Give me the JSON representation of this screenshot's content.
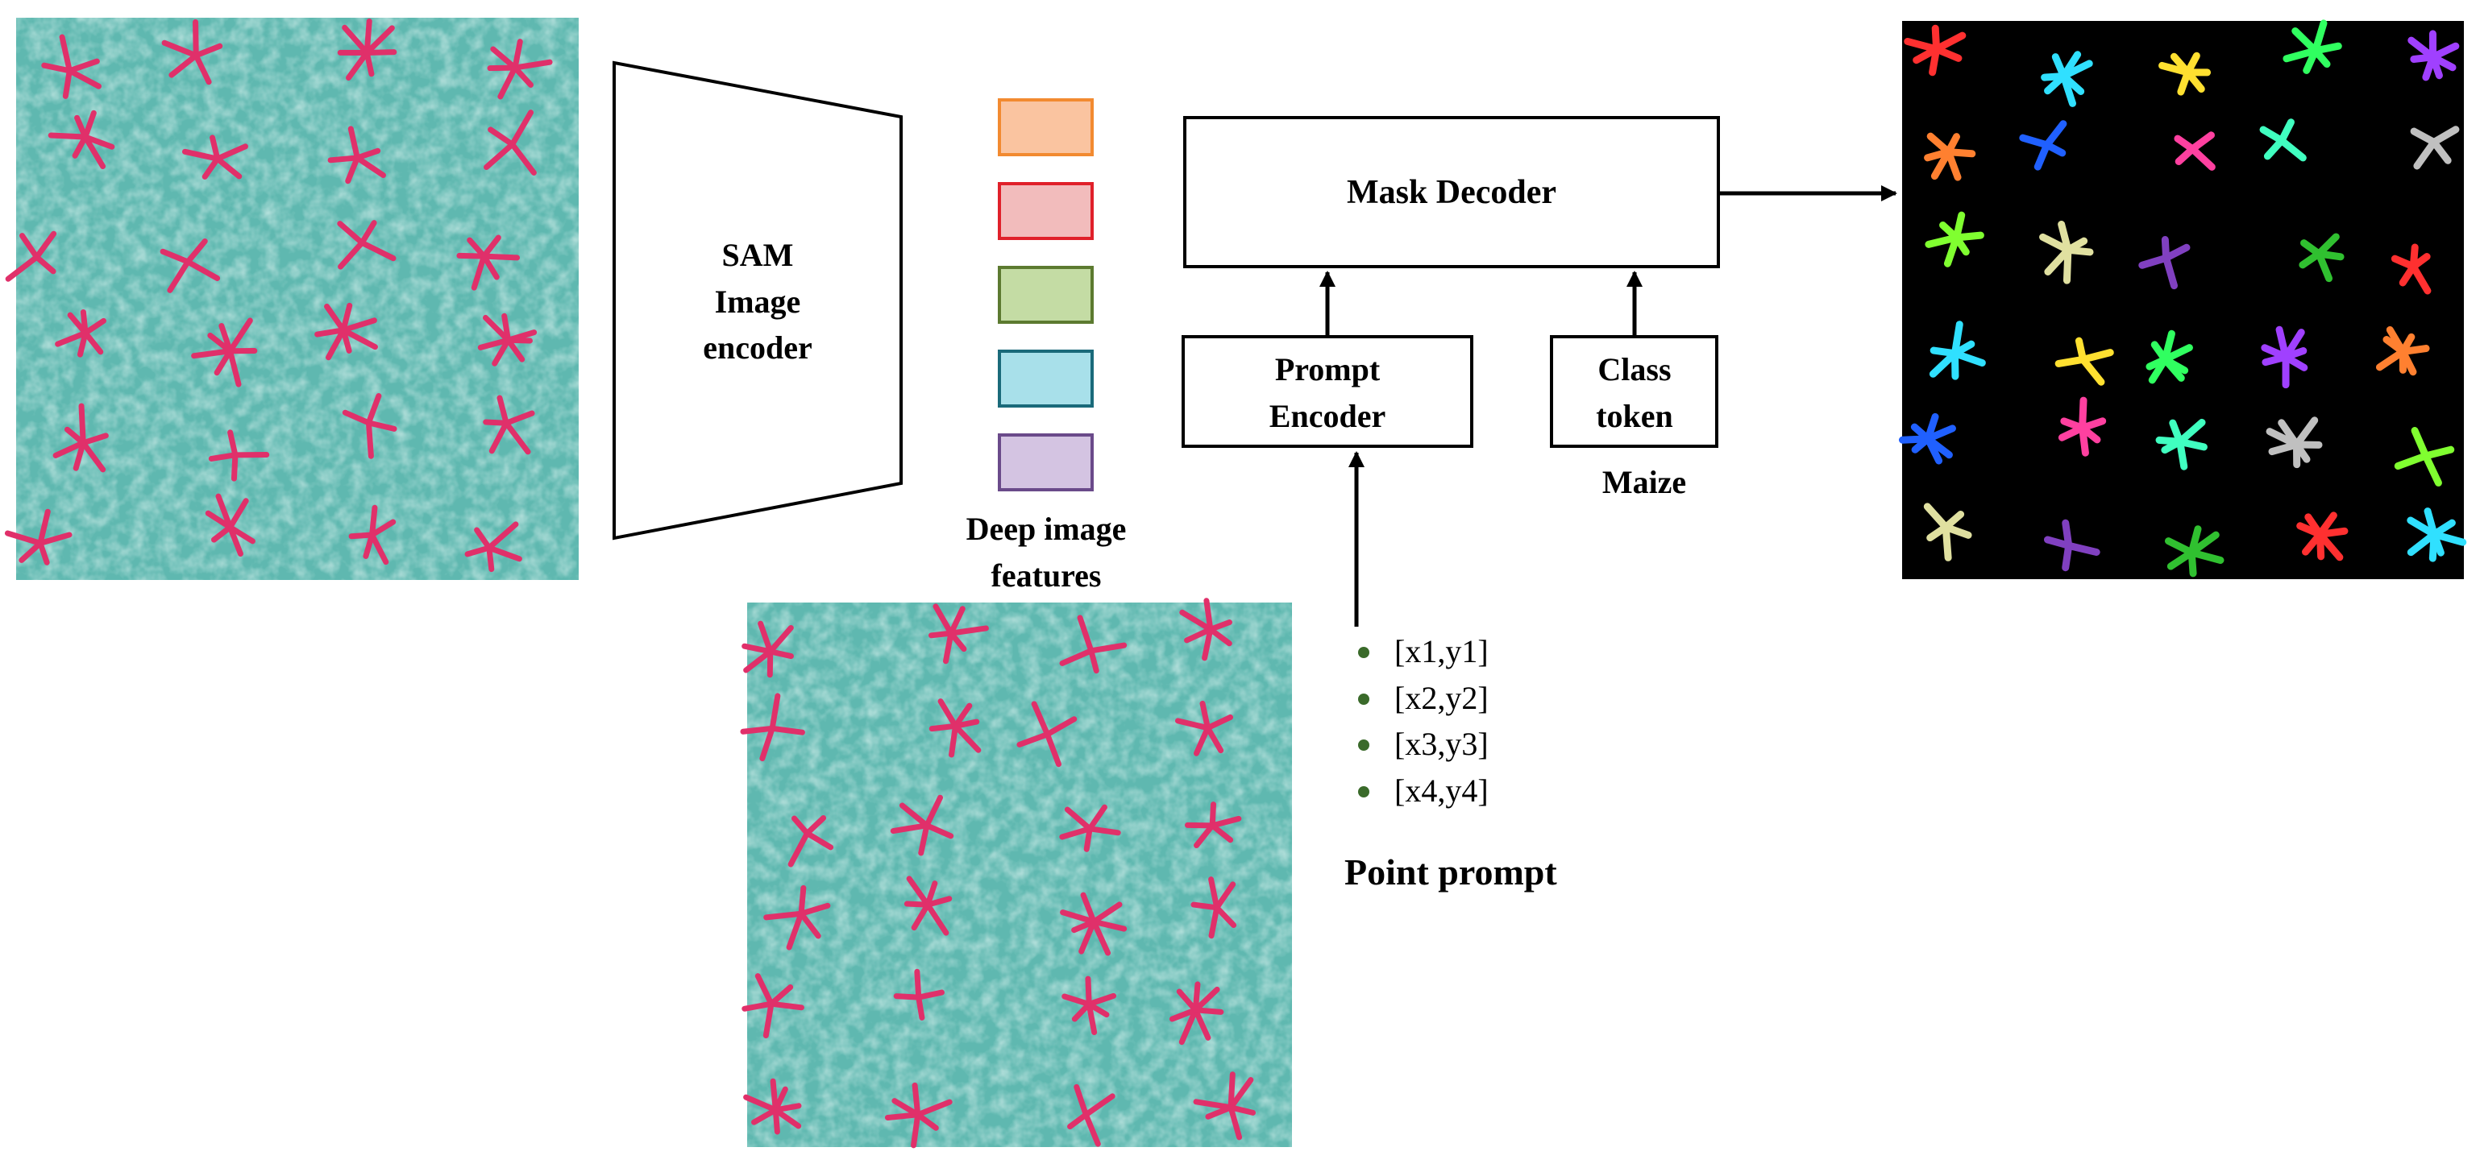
{
  "encoder": {
    "line1": "SAM",
    "line2": "Image",
    "line3": "encoder"
  },
  "features": {
    "label_line1": "Deep image",
    "label_line2": "features",
    "colors": [
      {
        "fill": "#fac4a0",
        "stroke": "#f28a30"
      },
      {
        "fill": "#f2bcbc",
        "stroke": "#e0202a"
      },
      {
        "fill": "#c4dca4",
        "stroke": "#5c7a30"
      },
      {
        "fill": "#a8e0ea",
        "stroke": "#1a6a7a"
      },
      {
        "fill": "#d4c4e2",
        "stroke": "#6a4a8a"
      }
    ]
  },
  "mask_decoder": {
    "label": "Mask Decoder"
  },
  "prompt_encoder": {
    "line1": "Prompt",
    "line2": "Encoder"
  },
  "class_token": {
    "line1": "Class",
    "line2": "token",
    "caption": "Maize"
  },
  "point_prompt": {
    "title": "Point prompt",
    "bullet_color": "#3a6a2a",
    "points": [
      "[x1,y1]",
      "[x2,y2]",
      "[x3,y3]",
      "[x4,y4]"
    ]
  },
  "images": {
    "field_bg": "#5fb8b0",
    "plant_color": "#e0306a",
    "mask_bg": "#000000",
    "mask_colors": [
      "#ff3030",
      "#30e0ff",
      "#ffe030",
      "#30ff60",
      "#a040ff",
      "#ff8030",
      "#2060ff",
      "#ff40a0",
      "#40ffc0",
      "#c0c0c0",
      "#80ff30",
      "#e0e0a0",
      "#8040c0",
      "#30c030"
    ]
  }
}
